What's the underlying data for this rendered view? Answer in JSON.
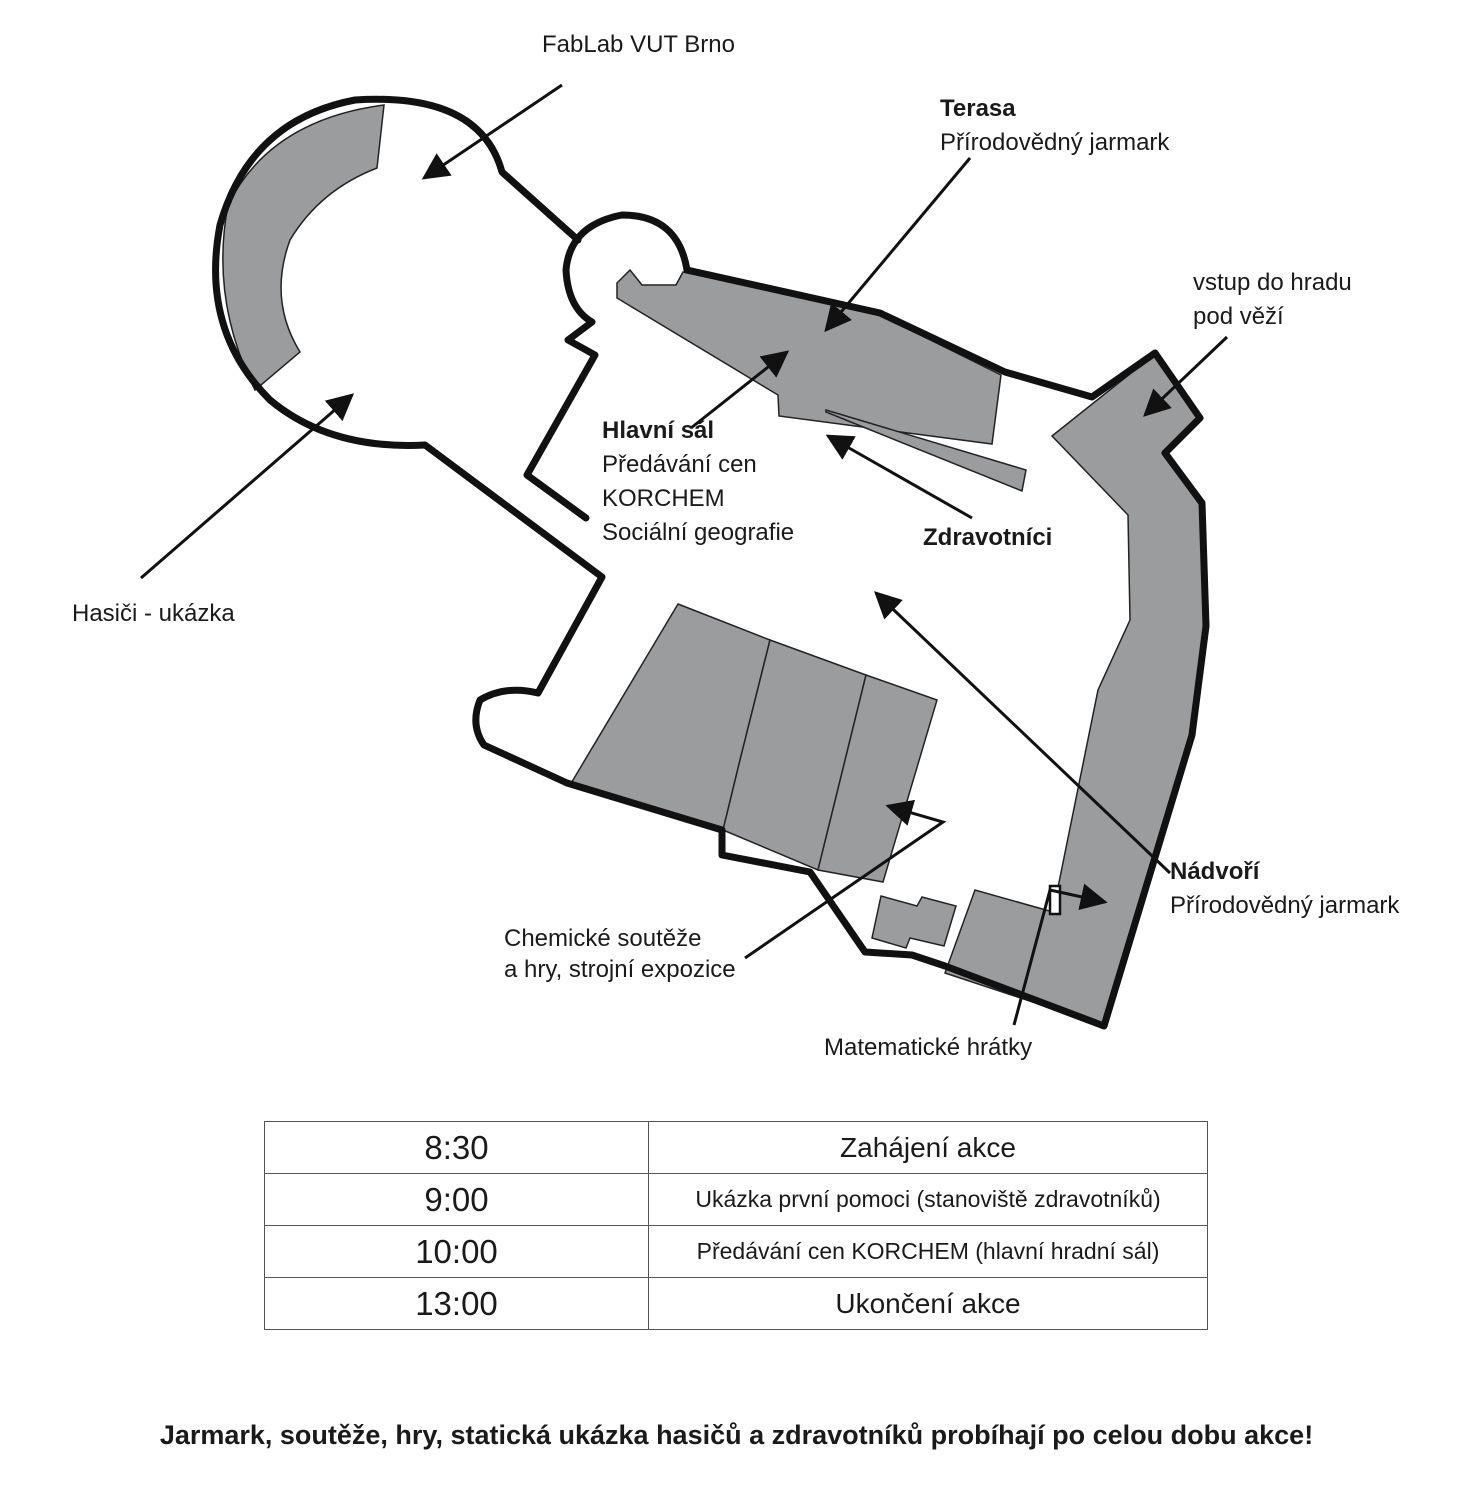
{
  "map": {
    "labels": {
      "fablab": "FabLab VUT Brno",
      "terasa_title": "Terasa",
      "terasa_sub": "Přírodovědný jarmark",
      "vstup_1": "vstup do hradu",
      "vstup_2": "pod věží",
      "hlavni_title": "Hlavní sál",
      "hlavni_1": "Předávání cen",
      "hlavni_2": "KORCHEM",
      "hlavni_3": "Sociální geografie",
      "zdravotnici": "Zdravotníci",
      "hasici": "Hasiči - ukázka",
      "nadvori_title": "Nádvoří",
      "nadvori_sub": "Přírodovědný jarmark",
      "chem_1": "Chemické soutěže",
      "chem_2": "a hry, strojní expozice",
      "matematicke": "Matematické hrátky"
    },
    "colors": {
      "wall": "#111111",
      "area_fill": "#9b9c9e",
      "area_stroke": "#222222"
    }
  },
  "schedule": [
    {
      "time": "8:30",
      "event": "Zahájení akce"
    },
    {
      "time": "9:00",
      "event": "Ukázka první pomoci (stanoviště zdravotníků)"
    },
    {
      "time": "10:00",
      "event": "Předávání cen KORCHEM (hlavní hradní sál)"
    },
    {
      "time": "13:00",
      "event": "Ukončení akce"
    }
  ],
  "footer": "Jarmark, soutěže, hry, statická ukázka hasičů a zdravotníků probíhají po celou dobu akce!"
}
